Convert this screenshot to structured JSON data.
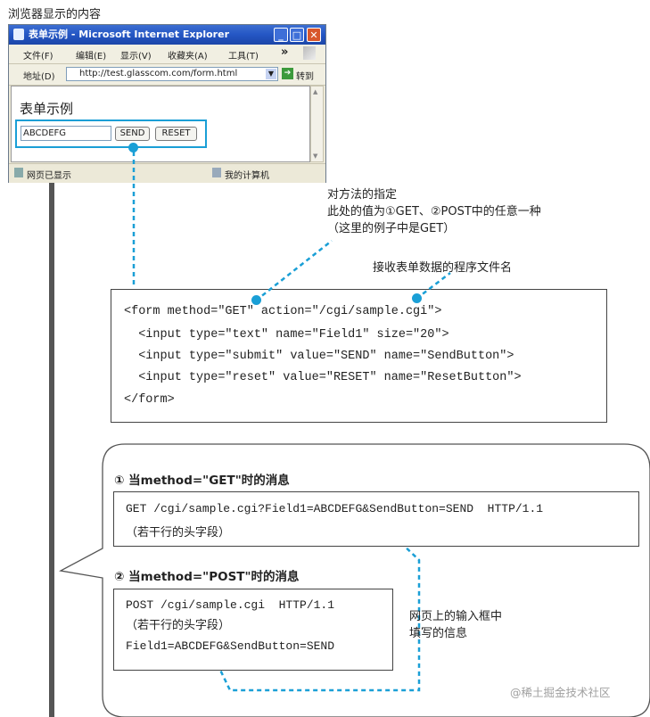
{
  "caption_top": "浏览器显示的内容",
  "browser": {
    "title": "表单示例 - Microsoft Internet Explorer",
    "menu": [
      "文件(F)",
      "编辑(E)",
      "显示(V)",
      "收藏夹(A)",
      "工具(T)"
    ],
    "menu_more": "»",
    "address_label": "地址(D)",
    "address_url": "http://test.glasscom.com/form.html",
    "go_label": "转到",
    "page_heading": "表单示例",
    "input_value": "ABCDEFG",
    "send_label": "SEND",
    "reset_label": "RESET",
    "status_left": "网页已显示",
    "status_right": "我的计算机"
  },
  "annotations": {
    "method_lines": [
      "对方法的指定",
      "此处的值为①GET、②POST中的任意一种",
      "（这里的例子中是GET）"
    ],
    "action_note": "接收表单数据的程序文件名",
    "input_note_lines": [
      "网页上的输入框中",
      "填写的信息"
    ]
  },
  "form_code": [
    "<form method=\"GET\" action=\"/cgi/sample.cgi\">",
    "  <input type=\"text\" name=\"Field1\" size=\"20\">",
    "  <input type=\"submit\" value=\"SEND\" name=\"SendButton\">",
    "  <input type=\"reset\" value=\"RESET\" name=\"ResetButton\">",
    "</form>"
  ],
  "get_section": {
    "heading": "① 当method=\"GET\"时的消息",
    "request_line": "GET /cgi/sample.cgi?Field1=ABCDEFG&SendButton=SEND  HTTP/1.1",
    "headers_note": "（若干行的头字段）"
  },
  "post_section": {
    "heading": "② 当method=\"POST\"时的消息",
    "request_line": "POST /cgi/sample.cgi  HTTP/1.1",
    "headers_note": "（若干行的头字段）",
    "body": "Field1=ABCDEFG&SendButton=SEND"
  },
  "watermark": "@稀土掘金技术社区",
  "colors": {
    "accent": "#1a9fd6",
    "titlebar": "#2456c4"
  }
}
